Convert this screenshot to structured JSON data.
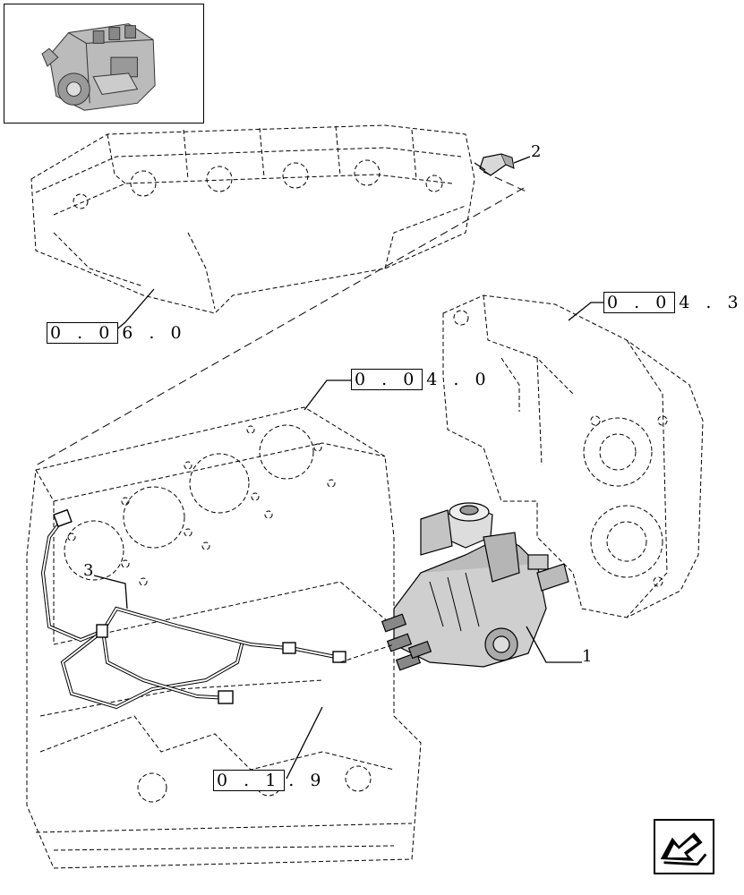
{
  "callouts": [
    {
      "id": "1",
      "label": "1"
    },
    {
      "id": "2",
      "label": "2"
    },
    {
      "id": "3",
      "label": "3"
    }
  ],
  "references": {
    "ref_0060": {
      "boxed": "0 . 0",
      "rest": "6 . 0"
    },
    "ref_0043": {
      "boxed": "0 . 0",
      "rest": "4 . 3"
    },
    "ref_0040": {
      "boxed": "0 . 0",
      "rest": "4 . 0"
    },
    "ref_0119": {
      "boxed": "0 . 1",
      "rest": ". 9"
    }
  },
  "icons": {
    "engine_thumbnail": "engine-thumbnail-icon",
    "next_page": "next-page-arrow-icon"
  }
}
